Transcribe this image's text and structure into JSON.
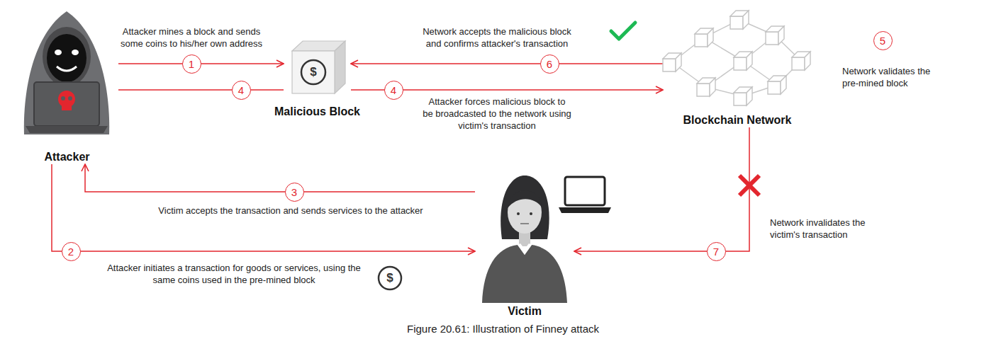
{
  "diagram": {
    "caption": "Figure 20.61: Illustration of Finney attack",
    "nodes": [
      {
        "text": [
          "Attacker"
        ]
      },
      {
        "text": [
          "Malicious Block"
        ]
      },
      {
        "text": [
          "Blockchain Network"
        ]
      },
      {
        "text": [
          "Victim"
        ]
      }
    ],
    "edges": [
      {
        "from": 0,
        "to": 1,
        "arrow": "to",
        "label": "Attacker mines a block and sends some coins to his/her own address"
      },
      {
        "from": 0,
        "to": 1,
        "arrow": "none"
      },
      {
        "from": 1,
        "to": 2,
        "arrow": "to",
        "label": "Attacker forces malicious block to be broadcasted to the network using victim's transaction"
      },
      {
        "from": 2,
        "to": 1,
        "arrow": "to",
        "label": "Network accepts the malicious block and confirms attacker's transaction"
      },
      {
        "from": 3,
        "to": 0,
        "arrow": "to",
        "label": "Victim accepts the transaction and sends services to the attacker"
      },
      {
        "from": 0,
        "to": 3,
        "arrow": "to",
        "label": "Attacker initiates a transaction for goods or services, using the same coins used in the pre-mined block"
      },
      {
        "from": 2,
        "to": 3,
        "arrow": "to",
        "label": "Network invalidates the victim's transaction"
      }
    ],
    "labels": [
      "1",
      "6",
      "5",
      "Network validates the pre-mined block",
      "$",
      "4",
      "4",
      "3",
      "7",
      "2",
      "$"
    ]
  }
}
